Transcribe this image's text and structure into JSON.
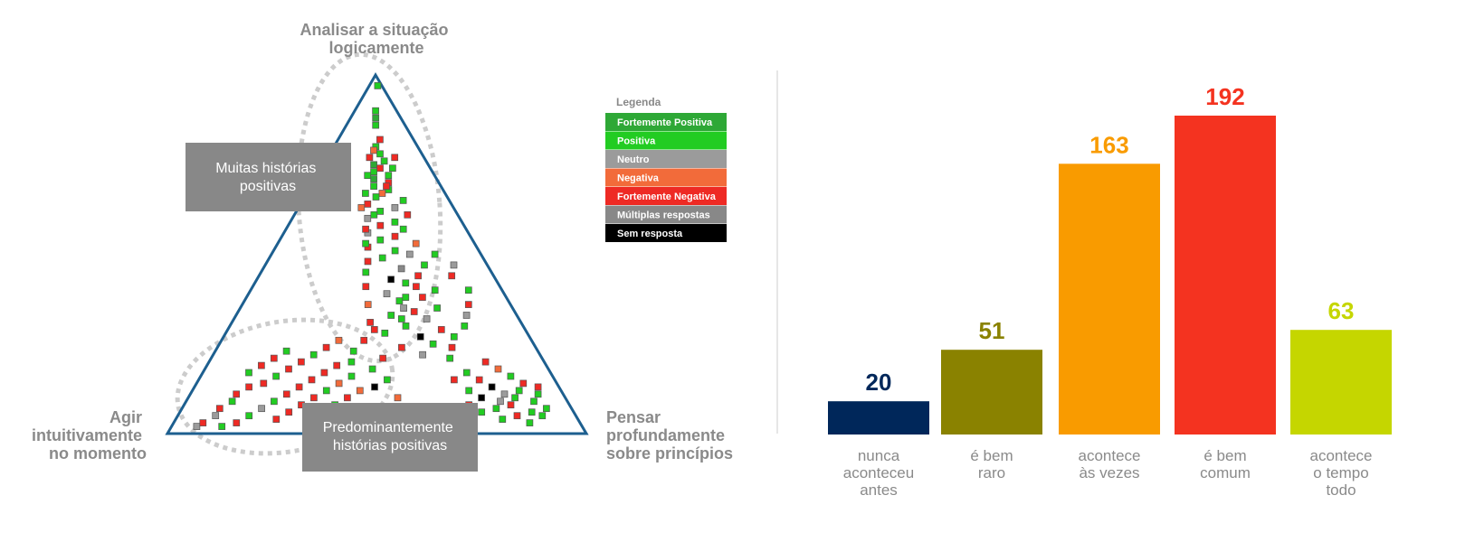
{
  "chart_data": [
    {
      "type": "scatter",
      "subtype": "ternary",
      "vertices": {
        "top": [
          "Analisar a situação",
          "logicamente"
        ],
        "left": [
          "Agir",
          "intuitivamente",
          "no momento"
        ],
        "right": [
          "Pensar",
          "profundamente",
          "sobre princípios"
        ]
      },
      "callouts": [
        {
          "lines": [
            "Muitas histórias",
            "positivas"
          ]
        },
        {
          "lines": [
            "Predominantemente",
            "histórias positivas"
          ]
        }
      ],
      "legend": {
        "title": "Legenda",
        "placement": "right",
        "entries": [
          {
            "label": "Fortemente Positiva",
            "color": "#2ea836"
          },
          {
            "label": "Positiva",
            "color": "#22cc22"
          },
          {
            "label": "Neutro",
            "color": "#9b9b9b"
          },
          {
            "label": "Negativa",
            "color": "#f26b3a"
          },
          {
            "label": "Fortemente Negativa",
            "color": "#ee2a24"
          },
          {
            "label": "Múltiplas respostas",
            "color": "#888888"
          },
          {
            "label": "Sem resposta",
            "color": "#000000"
          }
        ]
      },
      "point_note": "points are estimated ternary coordinates [top, left, right] with category index into legend.entries",
      "points": [
        [
          0.97,
          0.01,
          0.02,
          1
        ],
        [
          0.9,
          0.05,
          0.05,
          1
        ],
        [
          0.88,
          0.06,
          0.06,
          0
        ],
        [
          0.86,
          0.07,
          0.07,
          1
        ],
        [
          0.82,
          0.08,
          0.1,
          4
        ],
        [
          0.8,
          0.1,
          0.1,
          1
        ],
        [
          0.79,
          0.11,
          0.1,
          3
        ],
        [
          0.78,
          0.1,
          0.12,
          1
        ],
        [
          0.77,
          0.13,
          0.1,
          4
        ],
        [
          0.76,
          0.1,
          0.14,
          1
        ],
        [
          0.75,
          0.13,
          0.12,
          0
        ],
        [
          0.74,
          0.12,
          0.14,
          4
        ],
        [
          0.73,
          0.14,
          0.13,
          1
        ],
        [
          0.72,
          0.11,
          0.17,
          1
        ],
        [
          0.71,
          0.15,
          0.14,
          0
        ],
        [
          0.7,
          0.12,
          0.18,
          4
        ],
        [
          0.69,
          0.16,
          0.15,
          1
        ],
        [
          0.68,
          0.13,
          0.19,
          1
        ],
        [
          0.67,
          0.15,
          0.18,
          3
        ],
        [
          0.66,
          0.17,
          0.17,
          1
        ],
        [
          0.65,
          0.11,
          0.24,
          1
        ],
        [
          0.64,
          0.2,
          0.16,
          4
        ],
        [
          0.63,
          0.14,
          0.23,
          2
        ],
        [
          0.62,
          0.18,
          0.2,
          1
        ],
        [
          0.61,
          0.12,
          0.27,
          4
        ],
        [
          0.6,
          0.22,
          0.18,
          2
        ],
        [
          0.59,
          0.16,
          0.25,
          1
        ],
        [
          0.58,
          0.2,
          0.22,
          4
        ],
        [
          0.57,
          0.15,
          0.28,
          1
        ],
        [
          0.56,
          0.24,
          0.2,
          2
        ],
        [
          0.55,
          0.18,
          0.27,
          4
        ],
        [
          0.54,
          0.22,
          0.24,
          1
        ],
        [
          0.53,
          0.14,
          0.33,
          3
        ],
        [
          0.52,
          0.26,
          0.22,
          4
        ],
        [
          0.51,
          0.2,
          0.29,
          1
        ],
        [
          0.5,
          0.17,
          0.33,
          2
        ],
        [
          0.49,
          0.24,
          0.27,
          1
        ],
        [
          0.48,
          0.28,
          0.24,
          4
        ],
        [
          0.47,
          0.15,
          0.38,
          1
        ],
        [
          0.46,
          0.21,
          0.33,
          5
        ],
        [
          0.45,
          0.3,
          0.25,
          1
        ],
        [
          0.44,
          0.18,
          0.38,
          4
        ],
        [
          0.43,
          0.25,
          0.32,
          6
        ],
        [
          0.42,
          0.22,
          0.36,
          1
        ],
        [
          0.41,
          0.32,
          0.27,
          4
        ],
        [
          0.4,
          0.16,
          0.44,
          1
        ],
        [
          0.39,
          0.28,
          0.33,
          2
        ],
        [
          0.38,
          0.2,
          0.42,
          4
        ],
        [
          0.37,
          0.26,
          0.37,
          1
        ],
        [
          0.36,
          0.34,
          0.3,
          3
        ],
        [
          0.35,
          0.18,
          0.47,
          1
        ],
        [
          0.34,
          0.24,
          0.42,
          4
        ],
        [
          0.33,
          0.3,
          0.37,
          1
        ],
        [
          0.32,
          0.22,
          0.46,
          2
        ],
        [
          0.31,
          0.36,
          0.33,
          4
        ],
        [
          0.3,
          0.28,
          0.42,
          1
        ],
        [
          0.29,
          0.2,
          0.51,
          4
        ],
        [
          0.28,
          0.34,
          0.38,
          1
        ],
        [
          0.27,
          0.26,
          0.47,
          6
        ],
        [
          0.26,
          0.4,
          0.34,
          4
        ],
        [
          0.25,
          0.24,
          0.51,
          1
        ],
        [
          0.24,
          0.32,
          0.44,
          4
        ],
        [
          0.23,
          0.44,
          0.33,
          1
        ],
        [
          0.22,
          0.28,
          0.5,
          2
        ],
        [
          0.21,
          0.38,
          0.41,
          4
        ],
        [
          0.2,
          0.46,
          0.34,
          1
        ],
        [
          0.19,
          0.5,
          0.31,
          4
        ],
        [
          0.18,
          0.42,
          0.4,
          1
        ],
        [
          0.17,
          0.54,
          0.29,
          4
        ],
        [
          0.16,
          0.48,
          0.36,
          1
        ],
        [
          0.15,
          0.58,
          0.27,
          4
        ],
        [
          0.14,
          0.52,
          0.34,
          3
        ],
        [
          0.13,
          0.62,
          0.25,
          4
        ],
        [
          0.12,
          0.56,
          0.32,
          1
        ],
        [
          0.11,
          0.66,
          0.23,
          4
        ],
        [
          0.1,
          0.6,
          0.3,
          4
        ],
        [
          0.09,
          0.7,
          0.21,
          1
        ],
        [
          0.08,
          0.64,
          0.28,
          4
        ],
        [
          0.07,
          0.74,
          0.19,
          2
        ],
        [
          0.06,
          0.68,
          0.26,
          4
        ],
        [
          0.05,
          0.78,
          0.17,
          1
        ],
        [
          0.04,
          0.72,
          0.24,
          4
        ],
        [
          0.03,
          0.82,
          0.15,
          4
        ],
        [
          0.02,
          0.86,
          0.12,
          1
        ],
        [
          0.02,
          0.92,
          0.06,
          2
        ],
        [
          0.03,
          0.9,
          0.07,
          4
        ],
        [
          0.06,
          0.6,
          0.34,
          4
        ],
        [
          0.08,
          0.56,
          0.36,
          1
        ],
        [
          0.1,
          0.52,
          0.38,
          4
        ],
        [
          0.12,
          0.48,
          0.4,
          3
        ],
        [
          0.14,
          0.7,
          0.16,
          4
        ],
        [
          0.16,
          0.66,
          0.18,
          1
        ],
        [
          0.18,
          0.62,
          0.2,
          4
        ],
        [
          0.2,
          0.58,
          0.22,
          4
        ],
        [
          0.22,
          0.54,
          0.24,
          1
        ],
        [
          0.24,
          0.5,
          0.26,
          4
        ],
        [
          0.26,
          0.46,
          0.28,
          3
        ],
        [
          0.13,
          0.44,
          0.43,
          6
        ],
        [
          0.15,
          0.4,
          0.45,
          1
        ],
        [
          0.11,
          0.78,
          0.11,
          4
        ],
        [
          0.09,
          0.8,
          0.11,
          1
        ],
        [
          0.07,
          0.84,
          0.09,
          4
        ],
        [
          0.05,
          0.86,
          0.09,
          2
        ],
        [
          0.13,
          0.74,
          0.13,
          4
        ],
        [
          0.17,
          0.72,
          0.11,
          1
        ],
        [
          0.19,
          0.68,
          0.13,
          4
        ],
        [
          0.21,
          0.64,
          0.15,
          4
        ],
        [
          0.23,
          0.6,
          0.17,
          1
        ],
        [
          0.1,
          0.4,
          0.5,
          3
        ],
        [
          0.3,
          0.14,
          0.56,
          1
        ],
        [
          0.33,
          0.12,
          0.55,
          2
        ],
        [
          0.36,
          0.1,
          0.54,
          4
        ],
        [
          0.4,
          0.08,
          0.52,
          1
        ],
        [
          0.44,
          0.1,
          0.46,
          4
        ],
        [
          0.47,
          0.08,
          0.45,
          2
        ],
        [
          0.5,
          0.11,
          0.39,
          1
        ],
        [
          0.2,
          0.14,
          0.66,
          4
        ],
        [
          0.18,
          0.12,
          0.7,
          3
        ],
        [
          0.16,
          0.1,
          0.74,
          1
        ],
        [
          0.14,
          0.08,
          0.78,
          4
        ],
        [
          0.12,
          0.1,
          0.78,
          1
        ],
        [
          0.1,
          0.12,
          0.78,
          1
        ],
        [
          0.09,
          0.08,
          0.83,
          1
        ],
        [
          0.08,
          0.14,
          0.78,
          4
        ],
        [
          0.07,
          0.18,
          0.75,
          1
        ],
        [
          0.06,
          0.1,
          0.84,
          1
        ],
        [
          0.05,
          0.14,
          0.81,
          4
        ],
        [
          0.11,
          0.14,
          0.75,
          2
        ],
        [
          0.13,
          0.16,
          0.71,
          6
        ],
        [
          0.15,
          0.18,
          0.67,
          4
        ],
        [
          0.17,
          0.2,
          0.63,
          1
        ],
        [
          0.12,
          0.22,
          0.66,
          1
        ],
        [
          0.1,
          0.2,
          0.7,
          6
        ],
        [
          0.08,
          0.24,
          0.68,
          4
        ],
        [
          0.06,
          0.22,
          0.72,
          1
        ],
        [
          0.04,
          0.18,
          0.78,
          1
        ],
        [
          0.03,
          0.12,
          0.85,
          1
        ],
        [
          0.09,
          0.16,
          0.75,
          2
        ],
        [
          0.07,
          0.06,
          0.87,
          1
        ],
        [
          0.11,
          0.06,
          0.83,
          1
        ],
        [
          0.13,
          0.05,
          0.82,
          4
        ],
        [
          0.05,
          0.08,
          0.87,
          1
        ],
        [
          0.15,
          0.24,
          0.61,
          4
        ],
        [
          0.21,
          0.22,
          0.57,
          1
        ],
        [
          0.24,
          0.2,
          0.56,
          4
        ],
        [
          0.27,
          0.18,
          0.55,
          1
        ],
        [
          0.29,
          0.36,
          0.35,
          4
        ],
        [
          0.32,
          0.28,
          0.4,
          1
        ],
        [
          0.35,
          0.26,
          0.39,
          2
        ],
        [
          0.38,
          0.24,
          0.38,
          1
        ],
        [
          0.41,
          0.2,
          0.39,
          4
        ],
        [
          0.53,
          0.26,
          0.21,
          1
        ],
        [
          0.57,
          0.24,
          0.19,
          4
        ],
        [
          0.61,
          0.2,
          0.19,
          1
        ],
        [
          0.63,
          0.22,
          0.15,
          3
        ],
        [
          0.67,
          0.19,
          0.14,
          1
        ],
        [
          0.69,
          0.13,
          0.18,
          4
        ],
        [
          0.72,
          0.16,
          0.12,
          1
        ],
        [
          0.74,
          0.09,
          0.17,
          1
        ],
        [
          0.77,
          0.07,
          0.16,
          4
        ]
      ]
    },
    {
      "type": "bar",
      "categories": [
        [
          "nunca",
          "aconteceu",
          "antes"
        ],
        [
          "é bem",
          "raro"
        ],
        [
          "acontece",
          "às vezes"
        ],
        [
          "é bem",
          "comum"
        ],
        [
          "acontece",
          "o tempo",
          "todo"
        ]
      ],
      "values": [
        20,
        51,
        163,
        192,
        63
      ],
      "colors": [
        "#00275a",
        "#8a8200",
        "#f99b00",
        "#f43320",
        "#c5d600"
      ],
      "value_label_colors": [
        "#00275a",
        "#8a8200",
        "#f99b00",
        "#f43320",
        "#c5d600"
      ],
      "ylim": [
        0,
        192
      ],
      "grid": false,
      "xlabel": "",
      "ylabel": ""
    }
  ]
}
